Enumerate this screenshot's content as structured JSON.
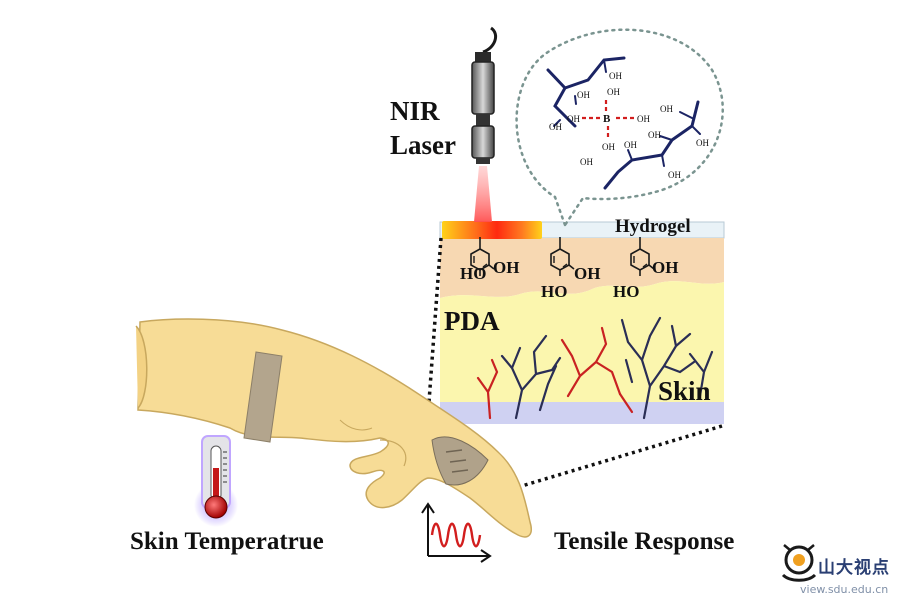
{
  "labels": {
    "nir_laser_line1": "NIR",
    "nir_laser_line2": "Laser",
    "hydrogel": "Hydrogel",
    "pda": "PDA",
    "skin": "Skin",
    "skin_temperature": "Skin Temperatrue",
    "tensile_response": "Tensile Response"
  },
  "molecule": {
    "boron": "B",
    "hydroxyl": "OH",
    "catechol_ho": "HO",
    "catechol_oh": "OH"
  },
  "watermark": {
    "logo_text": "山大视点",
    "url": "view.sdu.edu.cn"
  },
  "colors": {
    "hydrogel_layer": "#e8f1f6",
    "pda_layer": "#f7d9b4",
    "skin_layer": "#fbf6b0",
    "base_layer": "#cfd2f2",
    "laser_hotspot": "#ff3a1a",
    "vessel_red": "#cc2222",
    "vessel_dark": "#2a2e55",
    "polymer_chain": "#1b2464",
    "crosslink": "#d21e1e",
    "hand": "#f7dc96",
    "wristband": "#b3a58d"
  }
}
